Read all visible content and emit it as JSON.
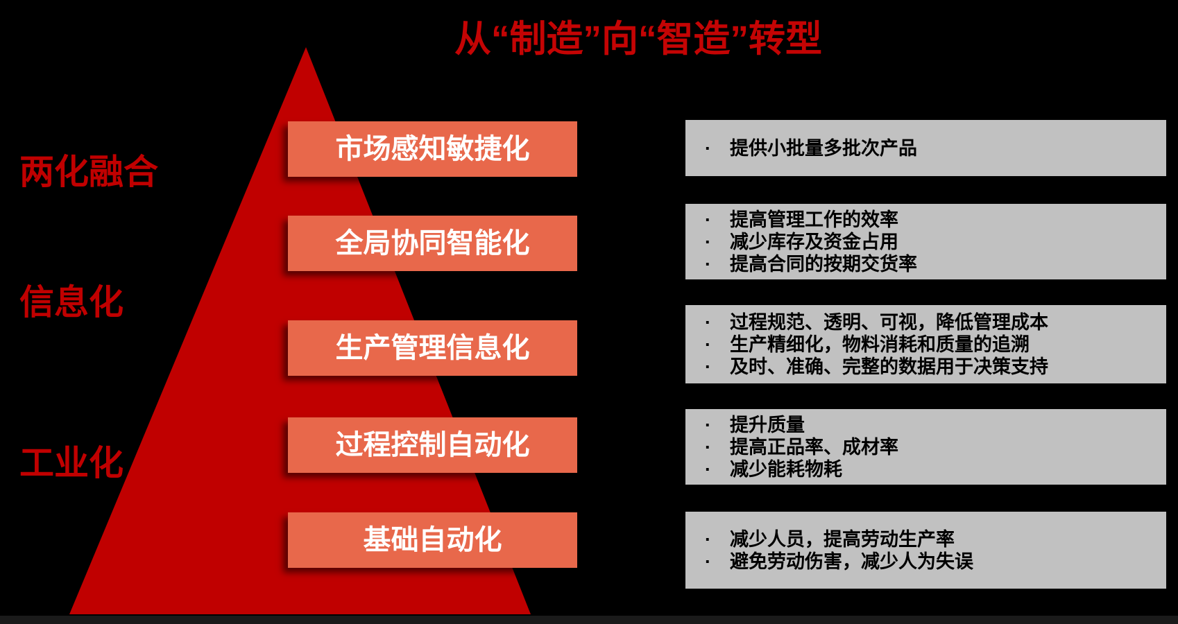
{
  "title": "从“制造”向“智造”转型",
  "ui": {
    "bullet": "·"
  },
  "colors": {
    "background": "#000000",
    "accent_red": "#c00000",
    "bar_orange": "#e8684b",
    "box_gray": "#c1c1c1",
    "bar_text": "#ffffff",
    "box_text": "#000000"
  },
  "side_labels": [
    "两化融合",
    "信息化",
    "工业化"
  ],
  "levels": [
    {
      "bar": "市场感知敏捷化",
      "benefits": [
        "提供小批量多批次产品"
      ]
    },
    {
      "bar": "全局协同智能化",
      "benefits": [
        "提高管理工作的效率",
        "减少库存及资金占用",
        "提高合同的按期交货率"
      ]
    },
    {
      "bar": "生产管理信息化",
      "benefits": [
        "过程规范、透明、可视，降低管理成本",
        "生产精细化，物料消耗和质量的追溯",
        "及时、准确、完整的数据用于决策支持"
      ]
    },
    {
      "bar": "过程控制自动化",
      "benefits": [
        "提升质量",
        "提高正品率、成材率",
        "减少能耗物耗"
      ]
    },
    {
      "bar": "基础自动化",
      "benefits": [
        "减少人员，提高劳动生产率",
        "避免劳动伤害，减少人为失误"
      ]
    }
  ]
}
